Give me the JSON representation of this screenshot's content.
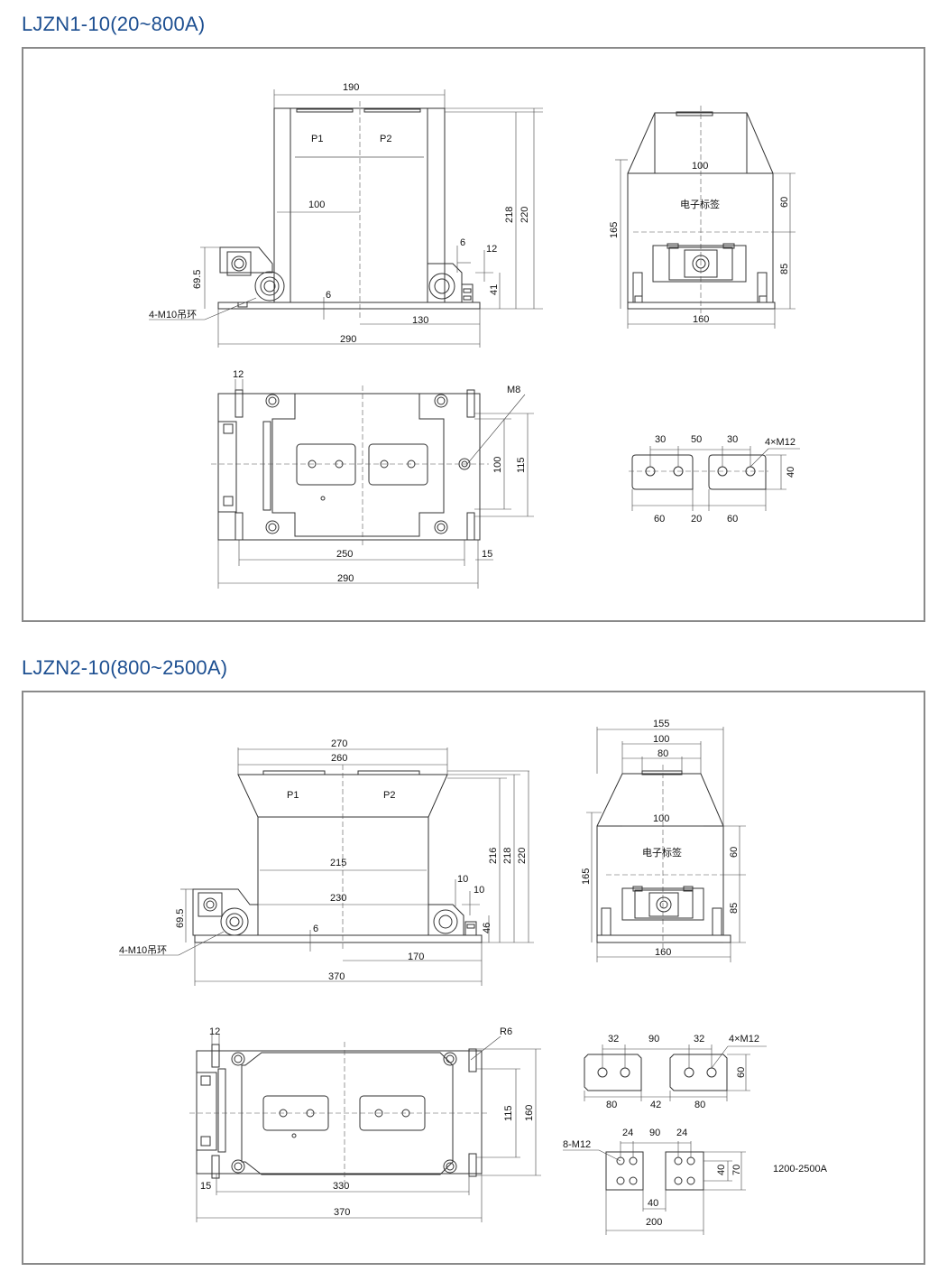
{
  "section1": {
    "title": "LJZN1-10(20~800A)",
    "front": {
      "dims": {
        "width_top": "190",
        "h218": "218",
        "h220": "220",
        "d100": "100",
        "d6a": "6",
        "d12": "12",
        "d69": "69.5",
        "d41": "41",
        "d6b": "6",
        "d130": "130",
        "d290": "290"
      },
      "labels": {
        "p1": "P1",
        "p2": "P2",
        "lifting": "4-M10吊环"
      }
    },
    "side": {
      "dims": {
        "d100": "100",
        "d165": "165",
        "d60": "60",
        "d85": "85",
        "d160": "160"
      },
      "labels": {
        "nameplate": "电子标签"
      }
    },
    "top": {
      "dims": {
        "d12": "12",
        "m8": "M8",
        "d100": "100",
        "d115": "115",
        "d250": "250",
        "d15": "15",
        "d290": "290"
      }
    },
    "terminal": {
      "dims": {
        "a30": "30",
        "b50": "50",
        "c30": "30",
        "m12": "4×M12",
        "h40": "40",
        "w60a": "60",
        "w20": "20",
        "w60b": "60"
      }
    }
  },
  "section2": {
    "title": "LJZN2-10(800~2500A)",
    "front": {
      "dims": {
        "w270": "270",
        "w260": "260",
        "h216": "216",
        "h218": "218",
        "h220": "220",
        "d215": "215",
        "d230": "230",
        "d10a": "10",
        "d10b": "10",
        "d69": "69.5",
        "d46": "46",
        "d6": "6",
        "d170": "170",
        "d370": "370"
      },
      "labels": {
        "p1": "P1",
        "p2": "P2",
        "lifting": "4-M10吊环"
      }
    },
    "side": {
      "dims": {
        "w155": "155",
        "w100": "100",
        "w80": "80",
        "d100": "100",
        "d165": "165",
        "d60": "60",
        "d85": "85",
        "d160": "160"
      },
      "labels": {
        "nameplate": "电子标签"
      }
    },
    "top": {
      "dims": {
        "d12": "12",
        "r6": "R6",
        "d115": "115",
        "d160": "160",
        "d15": "15",
        "d330": "330",
        "d370": "370"
      }
    },
    "terminal_a": {
      "dims": {
        "a32": "32",
        "b90": "90",
        "c32": "32",
        "m12": "4×M12",
        "h60": "60",
        "w80a": "80",
        "w42": "42",
        "w80b": "80"
      }
    },
    "terminal_b": {
      "dims": {
        "a24": "24",
        "b90": "90",
        "c24": "24",
        "m12": "8-M12",
        "h40": "40",
        "h70": "70",
        "w40": "40",
        "w200": "200"
      },
      "labels": {
        "range": "1200-2500A"
      }
    }
  }
}
